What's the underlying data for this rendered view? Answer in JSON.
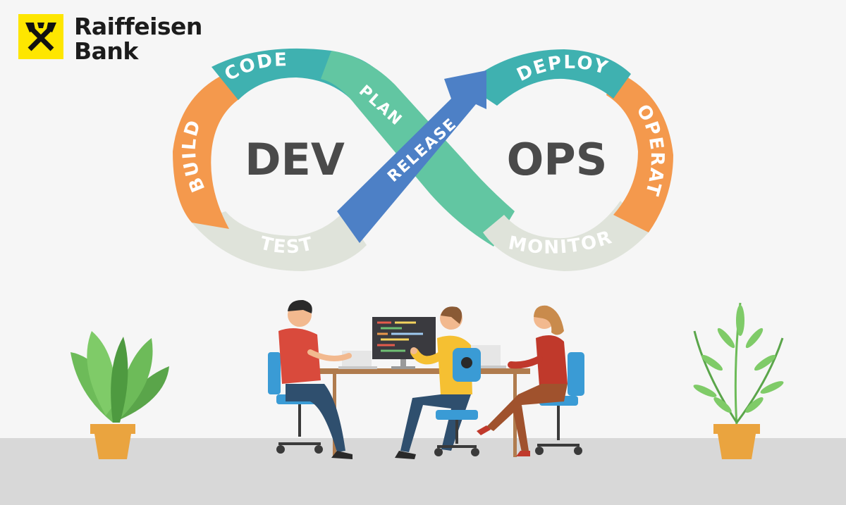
{
  "brand": {
    "name_line1": "Raiffeisen",
    "name_line2": "Bank",
    "color": "#fee600"
  },
  "loop": {
    "left_label": "DEV",
    "right_label": "OPS",
    "stages": {
      "code": "CODE",
      "build": "BUILD",
      "test": "TEST",
      "plan": "PLAN",
      "release": "RELEASE",
      "deploy": "DEPLOY",
      "operate": "OPERATE",
      "monitor": "MONITOR"
    }
  },
  "colors": {
    "teal": "#3fb1b0",
    "orange": "#f4994d",
    "light_grey": "#dfe3da",
    "mint": "#62c6a2",
    "blue": "#4d80c6",
    "label_dark": "#4a4a4a"
  }
}
